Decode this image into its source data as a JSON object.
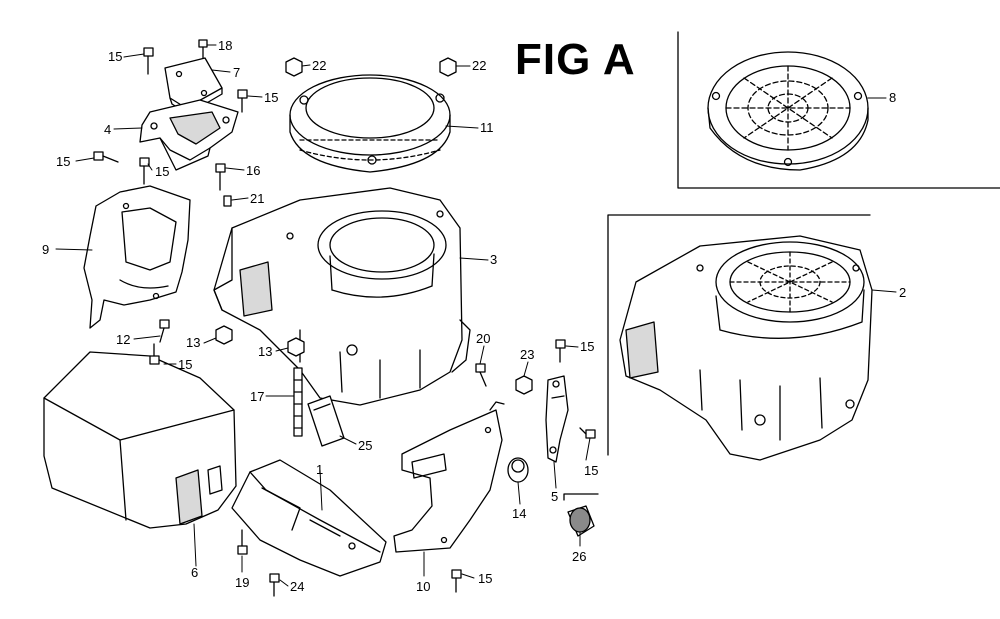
{
  "figure_title": "FIG A",
  "colors": {
    "ink": "#000000",
    "paper": "#ffffff",
    "shade": "#d9d9d9",
    "mid": "#8a8a8a"
  },
  "callouts": [
    {
      "id": "c15a",
      "text": "15"
    },
    {
      "id": "c18",
      "text": "18"
    },
    {
      "id": "c7",
      "text": "7"
    },
    {
      "id": "c15b",
      "text": "15"
    },
    {
      "id": "c4",
      "text": "4"
    },
    {
      "id": "c15c",
      "text": "15"
    },
    {
      "id": "c15d",
      "text": "15"
    },
    {
      "id": "c16",
      "text": "16"
    },
    {
      "id": "c21",
      "text": "21"
    },
    {
      "id": "c22a",
      "text": "22"
    },
    {
      "id": "c22b",
      "text": "22"
    },
    {
      "id": "c11",
      "text": "11"
    },
    {
      "id": "c8",
      "text": "8"
    },
    {
      "id": "c9",
      "text": "9"
    },
    {
      "id": "c3",
      "text": "3"
    },
    {
      "id": "c2",
      "text": "2"
    },
    {
      "id": "c12",
      "text": "12"
    },
    {
      "id": "c13a",
      "text": "13"
    },
    {
      "id": "c13b",
      "text": "13"
    },
    {
      "id": "c15e",
      "text": "15"
    },
    {
      "id": "c20",
      "text": "20"
    },
    {
      "id": "c23",
      "text": "23"
    },
    {
      "id": "c15f",
      "text": "15"
    },
    {
      "id": "c17",
      "text": "17"
    },
    {
      "id": "c25",
      "text": "25"
    },
    {
      "id": "c15g",
      "text": "15"
    },
    {
      "id": "c1",
      "text": "1"
    },
    {
      "id": "c14",
      "text": "14"
    },
    {
      "id": "c5",
      "text": "5"
    },
    {
      "id": "c6",
      "text": "6"
    },
    {
      "id": "c26",
      "text": "26"
    },
    {
      "id": "c19",
      "text": "19"
    },
    {
      "id": "c24",
      "text": "24"
    },
    {
      "id": "c10",
      "text": "10"
    },
    {
      "id": "c15h",
      "text": "15"
    }
  ]
}
